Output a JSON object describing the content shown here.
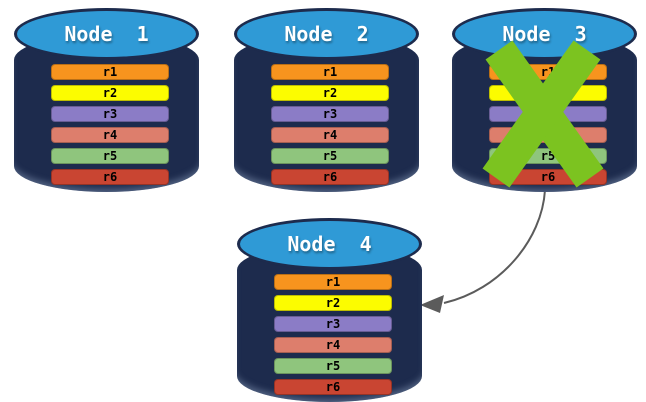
{
  "colors": {
    "cylinder_body": "#1d2b4d",
    "cylinder_top": "#2f9ad6",
    "x_mark": "#7cc320",
    "arrow": "#5b5b5b",
    "record_text": "#000000",
    "node_label_text": "#ffffff"
  },
  "arrow": {
    "from_node": "Node  3",
    "to_node": "Node  4"
  },
  "nodes": [
    {
      "label": "Node  1",
      "failed": false,
      "records": [
        {
          "label": "r1",
          "color": "#f7941e"
        },
        {
          "label": "r2",
          "color": "#fcfc00"
        },
        {
          "label": "r3",
          "color": "#8b7cc6"
        },
        {
          "label": "r4",
          "color": "#dd7e6c"
        },
        {
          "label": "r5",
          "color": "#8fc57d"
        },
        {
          "label": "r6",
          "color": "#c94532"
        }
      ]
    },
    {
      "label": "Node  2",
      "failed": false,
      "records": [
        {
          "label": "r1",
          "color": "#f7941e"
        },
        {
          "label": "r2",
          "color": "#fcfc00"
        },
        {
          "label": "r3",
          "color": "#8b7cc6"
        },
        {
          "label": "r4",
          "color": "#dd7e6c"
        },
        {
          "label": "r5",
          "color": "#8fc57d"
        },
        {
          "label": "r6",
          "color": "#c94532"
        }
      ]
    },
    {
      "label": "Node  3",
      "failed": true,
      "records": [
        {
          "label": "r1",
          "color": "#f7941e"
        },
        {
          "label": "r2",
          "color": "#fcfc00"
        },
        {
          "label": "r3",
          "color": "#8b7cc6"
        },
        {
          "label": "r4",
          "color": "#dd7e6c"
        },
        {
          "label": "r5",
          "color": "#8fc57d"
        },
        {
          "label": "r6",
          "color": "#c94532"
        }
      ]
    },
    {
      "label": "Node  4",
      "failed": false,
      "records": [
        {
          "label": "r1",
          "color": "#f7941e"
        },
        {
          "label": "r2",
          "color": "#fcfc00"
        },
        {
          "label": "r3",
          "color": "#8b7cc6"
        },
        {
          "label": "r4",
          "color": "#dd7e6c"
        },
        {
          "label": "r5",
          "color": "#8fc57d"
        },
        {
          "label": "r6",
          "color": "#c94532"
        }
      ]
    }
  ]
}
